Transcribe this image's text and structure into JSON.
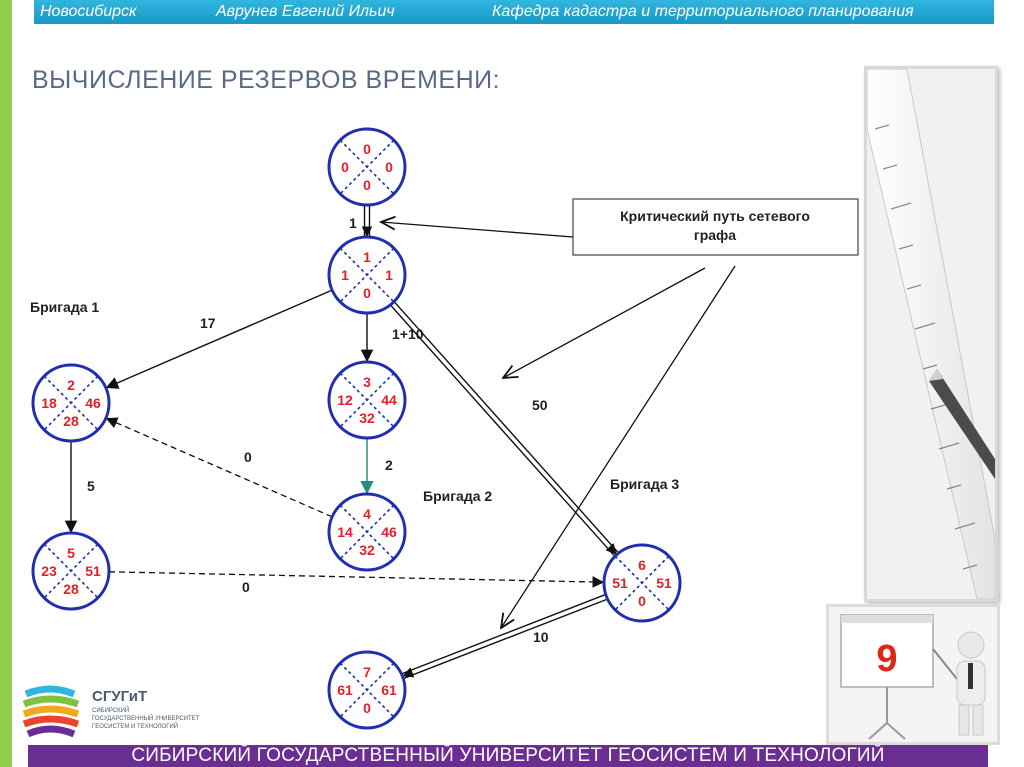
{
  "header": {
    "city": "Новосибирск",
    "author": "Аврунев Евгений Ильич",
    "department": "Кафедра кадастра и территориального планирования"
  },
  "title": "ВЫЧИСЛЕНИЕ РЕЗЕРВОВ ВРЕМЕНИ:",
  "callout": {
    "text_line1": "Критический путь сетевого",
    "text_line2": "графа"
  },
  "labels": {
    "brigade1": "Бригада 1",
    "brigade2": "Бригада 2",
    "brigade3": "Бригада 3"
  },
  "nodes": [
    {
      "id": 0,
      "top": "0",
      "left": "0",
      "right": "0",
      "bottom": "0"
    },
    {
      "id": 1,
      "top": "1",
      "left": "1",
      "right": "1",
      "bottom": "0"
    },
    {
      "id": 2,
      "top": "2",
      "left": "18",
      "right": "46",
      "bottom": "28"
    },
    {
      "id": 3,
      "top": "3",
      "left": "12",
      "right": "44",
      "bottom": "32"
    },
    {
      "id": 4,
      "top": "4",
      "left": "14",
      "right": "46",
      "bottom": "32"
    },
    {
      "id": 5,
      "top": "5",
      "left": "23",
      "right": "51",
      "bottom": "28"
    },
    {
      "id": 6,
      "top": "6",
      "left": "51",
      "right": "51",
      "bottom": "0"
    },
    {
      "id": 7,
      "top": "7",
      "left": "61",
      "right": "61",
      "bottom": "0"
    }
  ],
  "edges": [
    {
      "from": 0,
      "to": 1,
      "label": "1",
      "style": "critical"
    },
    {
      "from": 1,
      "to": 2,
      "label": "17",
      "style": "solid"
    },
    {
      "from": 1,
      "to": 3,
      "label": "1+10",
      "style": "solid"
    },
    {
      "from": 1,
      "to": 6,
      "label": "50",
      "style": "critical"
    },
    {
      "from": 3,
      "to": 4,
      "label": "2",
      "style": "teal"
    },
    {
      "from": 4,
      "to": 2,
      "label": "0",
      "style": "dashed"
    },
    {
      "from": 2,
      "to": 5,
      "label": "5",
      "style": "solid"
    },
    {
      "from": 5,
      "to": 6,
      "label": "0",
      "style": "dashed"
    },
    {
      "from": 6,
      "to": 7,
      "label": "10",
      "style": "critical"
    }
  ],
  "teacher_board_number": "9",
  "logo": {
    "name": "СГУГиТ",
    "sub1": "СИБИРСКИЙ",
    "sub2": "ГОСУДАРСТВЕННЫЙ УНИВЕРСИТЕТ",
    "sub3": "ГЕОСИСТЕМ И ТЕХНОЛОГИЙ"
  },
  "footer": "СИБИРСКИЙ ГОСУДАРСТВЕННЫЙ УНИВЕРСИТЕТ ГЕОСИСТЕМ И  ТЕХНОЛОГИЙ",
  "colors": {
    "node_stroke": "#1f2fb0",
    "node_number": "#e0202a",
    "header_bg": "#1fa7d6",
    "footer_bg": "#6a2d91",
    "accent_green": "#8fd14a",
    "teal_arrow": "#2a8f7a"
  }
}
